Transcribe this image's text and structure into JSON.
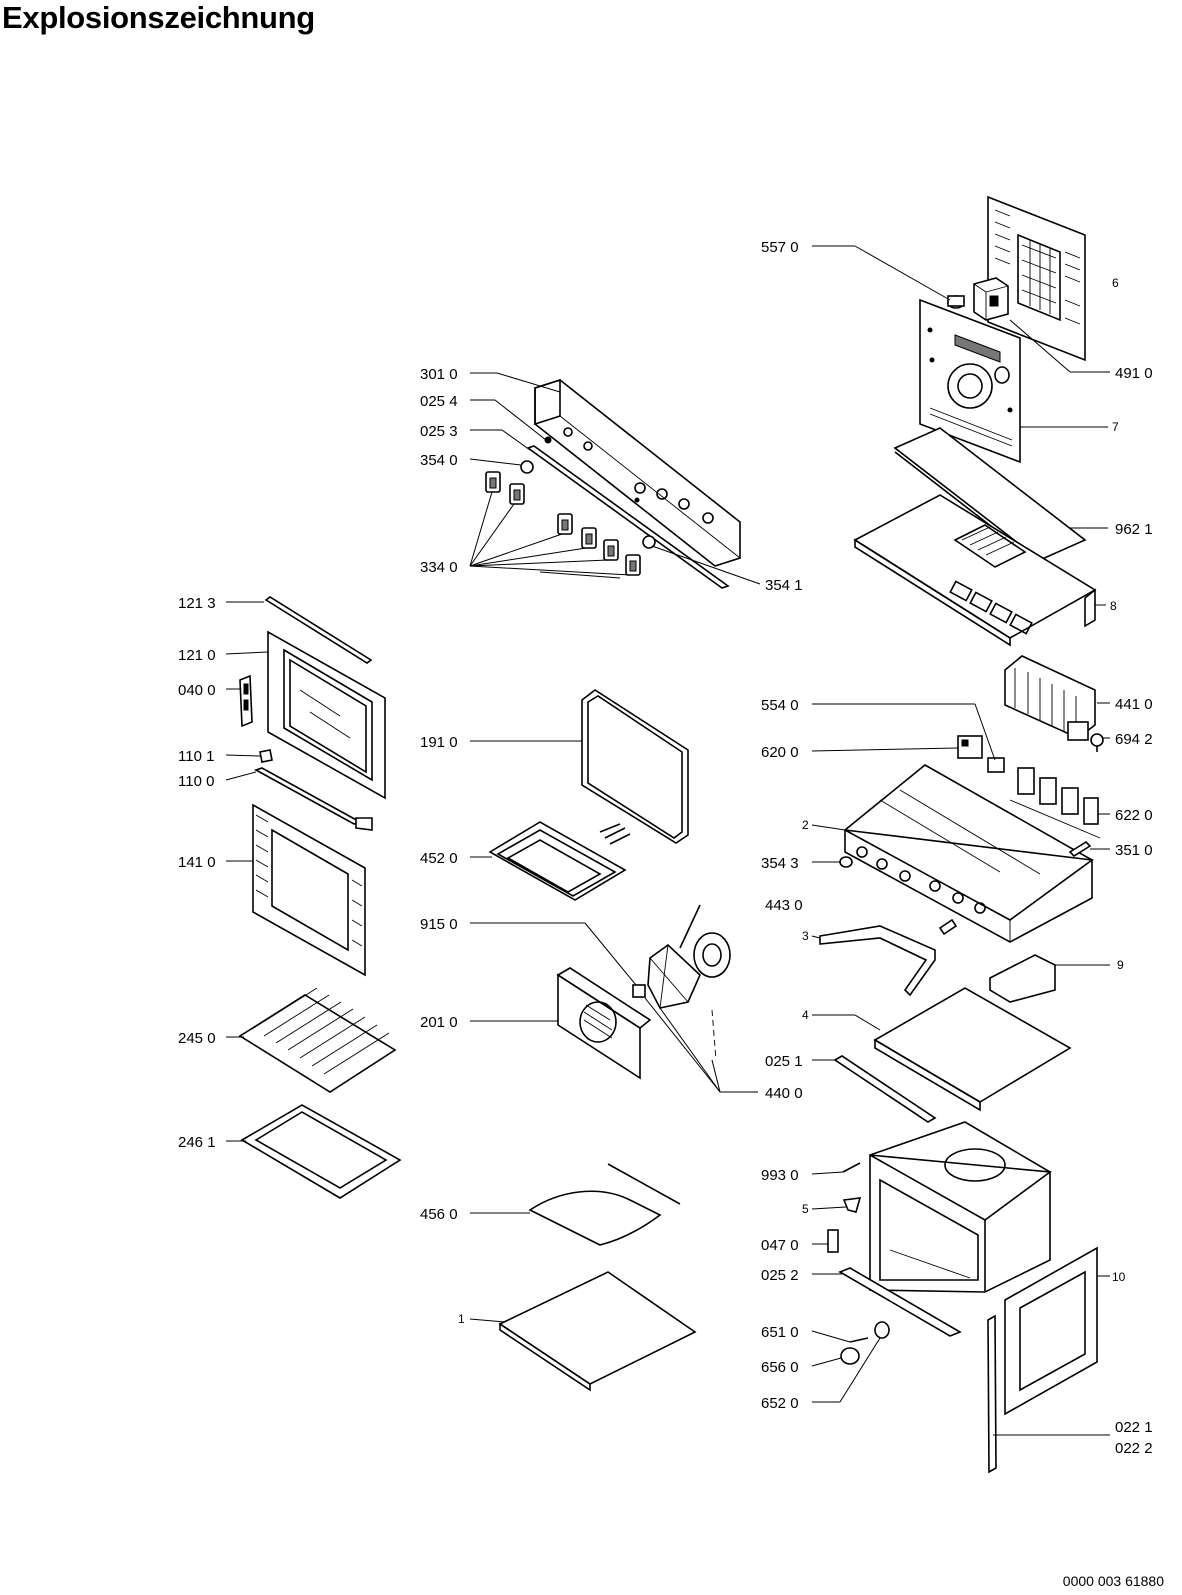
{
  "title": "Explosionszeichnung",
  "doc_id": "0000 003 61880",
  "labels": {
    "l557_0": "557 0",
    "l6": "6",
    "l491_0": "491 0",
    "l301_0": "301 0",
    "l025_4": "025 4",
    "l025_3": "025 3",
    "l354_0": "354 0",
    "l7": "7",
    "l962_1": "962 1",
    "l334_0": "334 0",
    "l354_1": "354 1",
    "l8": "8",
    "l121_3": "121 3",
    "l121_0": "121 0",
    "l040_0": "040 0",
    "l441_0": "441 0",
    "l554_0": "554 0",
    "l694_2": "694 2",
    "l191_0": "191 0",
    "l620_0": "620 0",
    "l110_1": "110 1",
    "l110_0": "110 0",
    "l622_0": "622 0",
    "l2": "2",
    "l351_0": "351 0",
    "l141_0": "141 0",
    "l452_0": "452 0",
    "l354_3": "354 3",
    "l443_0": "443 0",
    "l915_0": "915 0",
    "l3": "3",
    "l9": "9",
    "l201_0": "201 0",
    "l4": "4",
    "l245_0": "245 0",
    "l025_1": "025 1",
    "l440_0": "440 0",
    "l246_1": "246 1",
    "l993_0": "993 0",
    "l5": "5",
    "l456_0": "456 0",
    "l047_0": "047 0",
    "l025_2": "025 2",
    "l10": "10",
    "l1": "1",
    "l651_0": "651 0",
    "l656_0": "656 0",
    "l652_0": "652 0",
    "l022_1": "022 1",
    "l022_2": "022 2"
  }
}
